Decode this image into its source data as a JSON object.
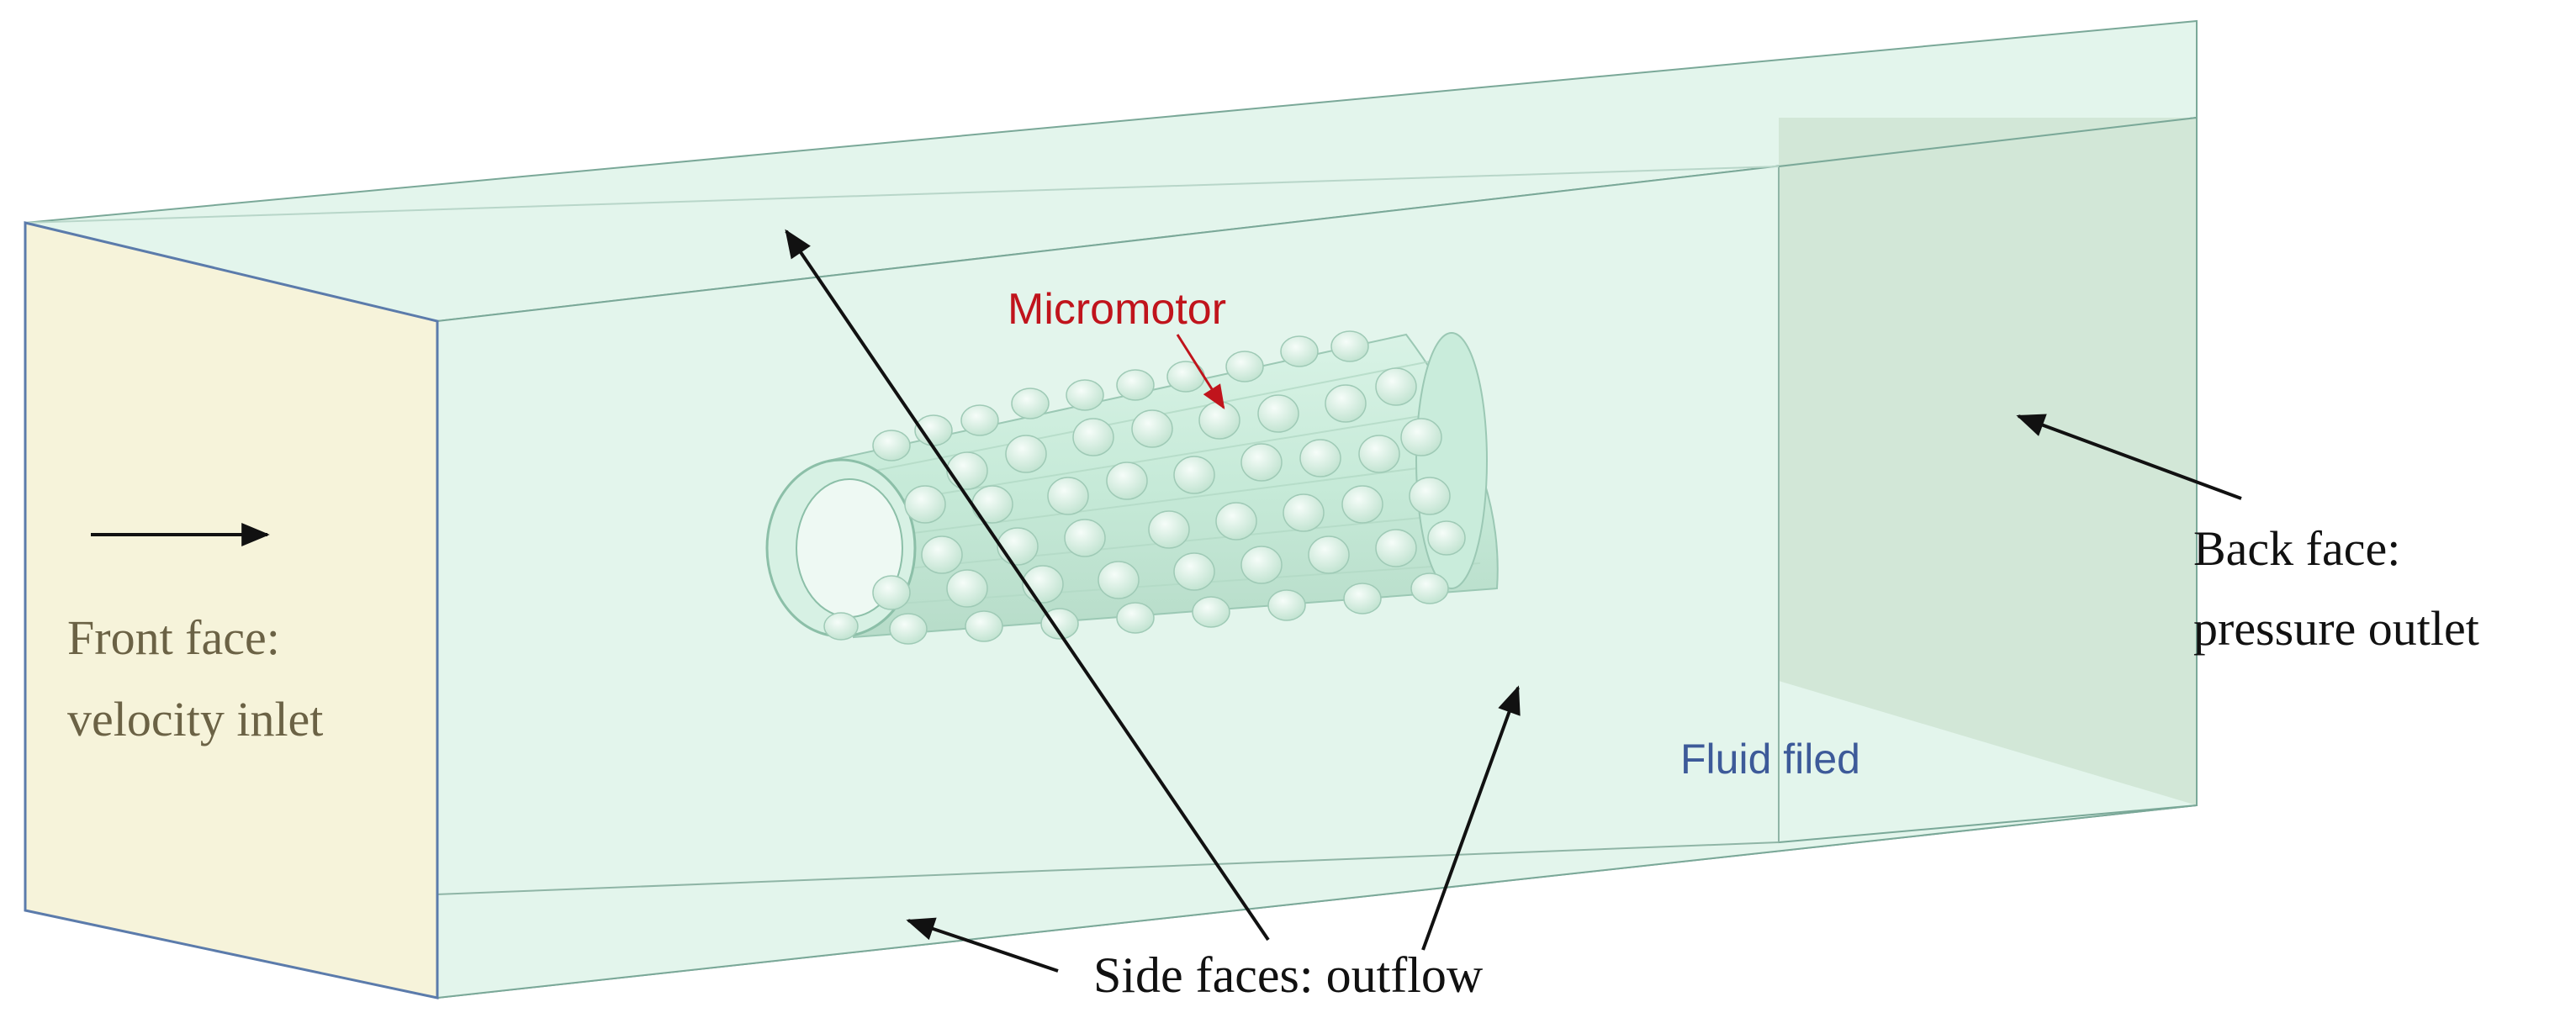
{
  "labels": {
    "micromotor": "Micromotor",
    "front_face_line1": "Front face:",
    "front_face_line2": "velocity inlet",
    "back_face_line1": "Back face:",
    "back_face_line2": "pressure outlet",
    "fluid_field": "Fluid filed",
    "side_faces": "Side faces: outflow"
  },
  "colors": {
    "front_face": "#f6f3da",
    "box_fill": "#e3f5ec",
    "back_face": "#cfe5d5",
    "box_edge": "#7aa898",
    "front_edge": "#5b7bab",
    "micromotor_body": "#cfeee0",
    "micromotor_edge": "#9bc8b4",
    "bump_fill": "#e7f8ef",
    "micromotor_label": "#c0141c",
    "fluid_label": "#3d5a99",
    "front_label": "#6b6245",
    "arrow": "#111111"
  }
}
